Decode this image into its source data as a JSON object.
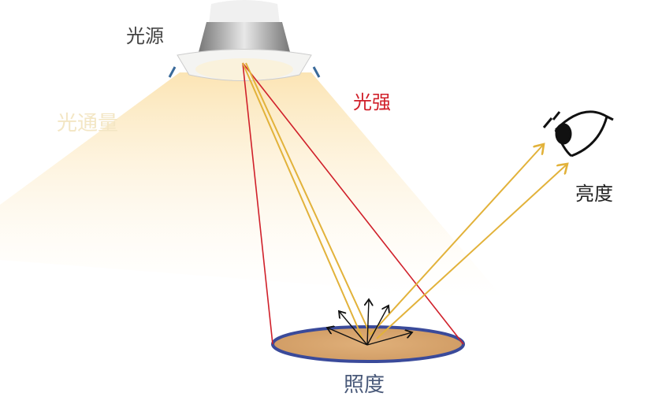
{
  "labels": {
    "light_source": "光源",
    "luminous_flux": "光通量",
    "luminous_intensity": "光强",
    "luminance": "亮度",
    "illuminance": "照度"
  },
  "colors": {
    "source_label": "#444444",
    "flux_label": "#f3e6c4",
    "intensity_label": "#d0202a",
    "luminance_label": "#222222",
    "illuminance_label": "#4a5a7a",
    "intensity_lines": "#d0202a",
    "light_rays": "#e2b23a",
    "surface_fill": "#d9a46c",
    "surface_border": "#3a4a9a",
    "beam": "#fdf0d0"
  },
  "icons": [
    "downlight-lamp",
    "eye-icon",
    "reflection-arrows"
  ]
}
